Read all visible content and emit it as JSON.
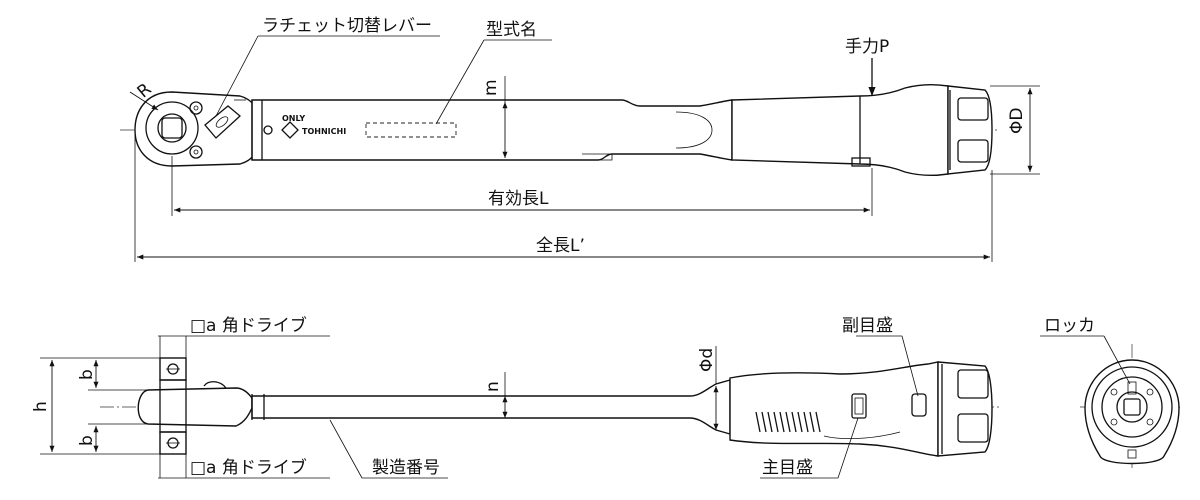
{
  "labels": {
    "ratchet_lever": "ラチェット切替レバー",
    "model_name": "型式名",
    "hand_force": "手力P",
    "effective_length": "有効長L",
    "total_length": "全長L’",
    "square_drive_top": "□a 角ドライブ",
    "square_drive_bottom": "□a 角ドライブ",
    "serial_number": "製造番号",
    "sub_scale": "副目盛",
    "main_scale": "主目盛",
    "lock": "ロッカ"
  },
  "dimensions": {
    "radius": "R",
    "width_m": "m",
    "diameter_D": "ΦD",
    "diameter_d": "Φd",
    "thickness_n": "n",
    "height_h": "h",
    "offset_b_top": "b",
    "offset_b_bottom": "b"
  },
  "logo": {
    "small": "ONLY",
    "brand": "TOHNICHI"
  }
}
